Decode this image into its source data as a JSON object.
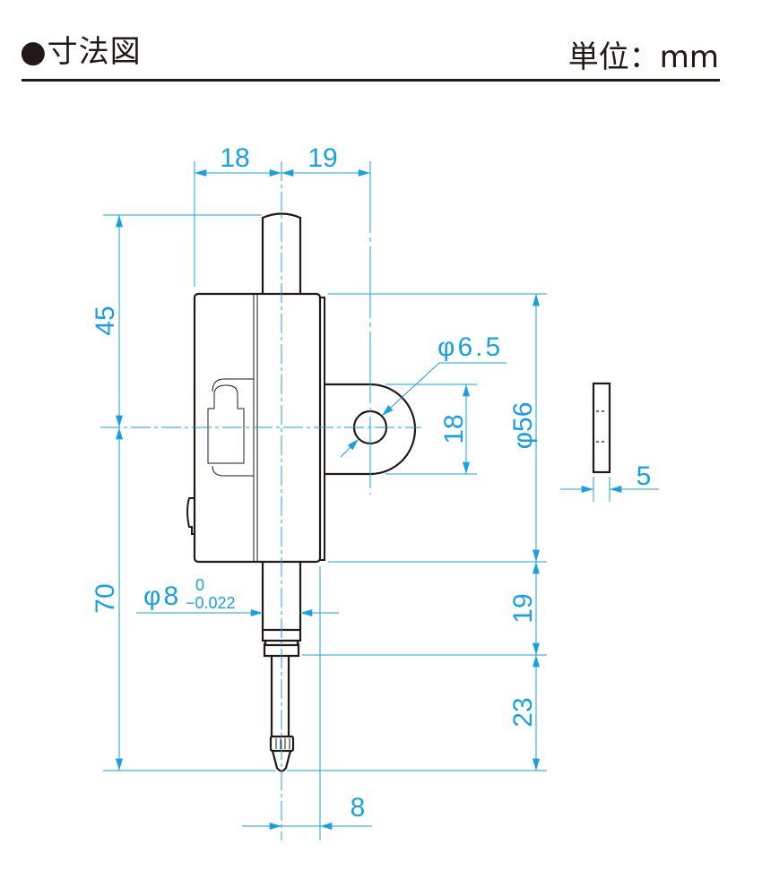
{
  "header": {
    "bullet": "●",
    "title": "寸法図",
    "unit_label": "単位：mm"
  },
  "colors": {
    "dimension": "#1aa0e0",
    "outline": "#231815"
  },
  "dimensions": {
    "top_left_width": "18",
    "top_right_width": "19",
    "upper_height": "45",
    "lower_height": "70",
    "hole_diameter": "φ6.5",
    "lug_height": "18",
    "body_diameter": "φ56",
    "stem_length": "19",
    "spindle_length": "23",
    "stem_diameter": "φ8",
    "stem_tol_upper": "0",
    "stem_tol_lower": "−0.022",
    "offset_width": "8",
    "thickness": "5"
  }
}
